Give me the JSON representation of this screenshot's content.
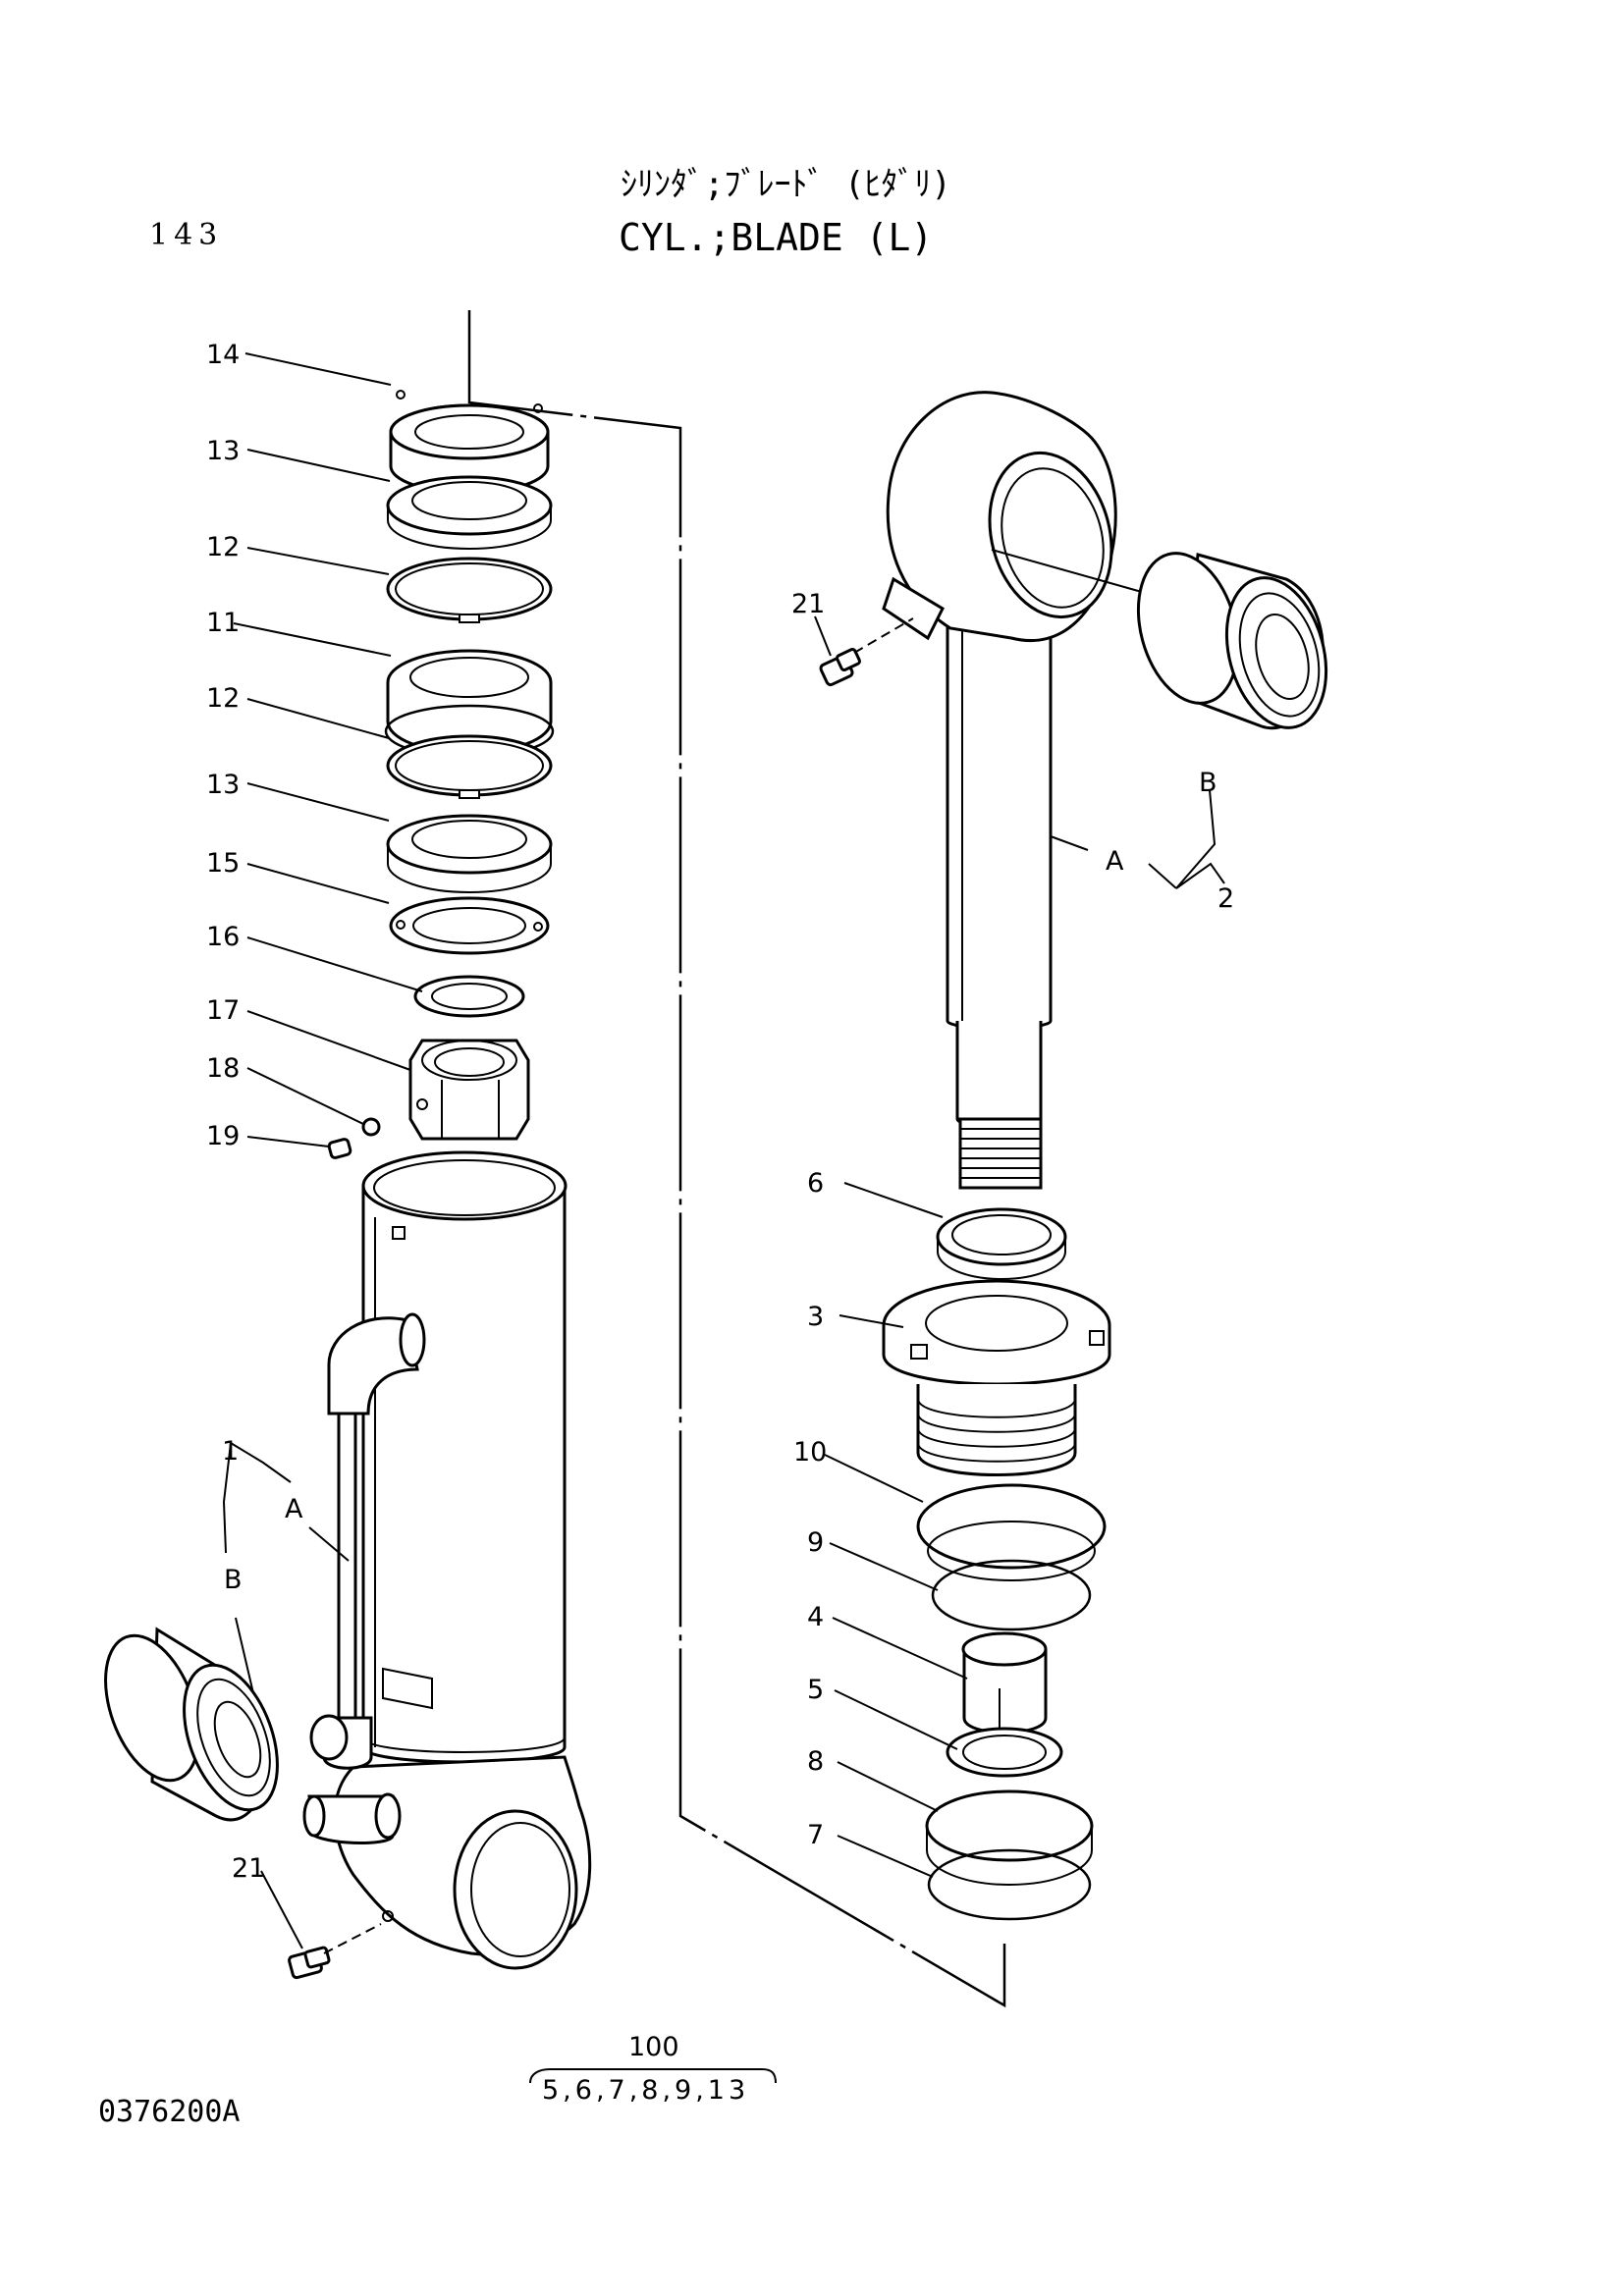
{
  "page_number": "143",
  "title_japanese": "ｼﾘﾝﾀﾞ;ﾌﾞﾚｰﾄﾞ (ﾋﾀﾞﾘ)",
  "title_english": "CYL.;BLADE (L)",
  "document_code": "0376200A",
  "assembly_note": {
    "number": "100",
    "includes": "5,6,7,8,9,13"
  },
  "callouts": {
    "p14": "14",
    "p13a": "13",
    "p12a": "12",
    "p11": "11",
    "p12b": "12",
    "p13b": "13",
    "p15": "15",
    "p16": "16",
    "p17": "17",
    "p18": "18",
    "p19": "19",
    "p1": "1",
    "p1a": "A",
    "p1b": "B",
    "p21a": "21",
    "p21b": "21",
    "pB2": "B",
    "pA2": "A",
    "p2": "2",
    "p6": "6",
    "p3": "3",
    "p10": "10",
    "p9": "9",
    "p4": "4",
    "p5": "5",
    "p8": "8",
    "p7": "7"
  }
}
